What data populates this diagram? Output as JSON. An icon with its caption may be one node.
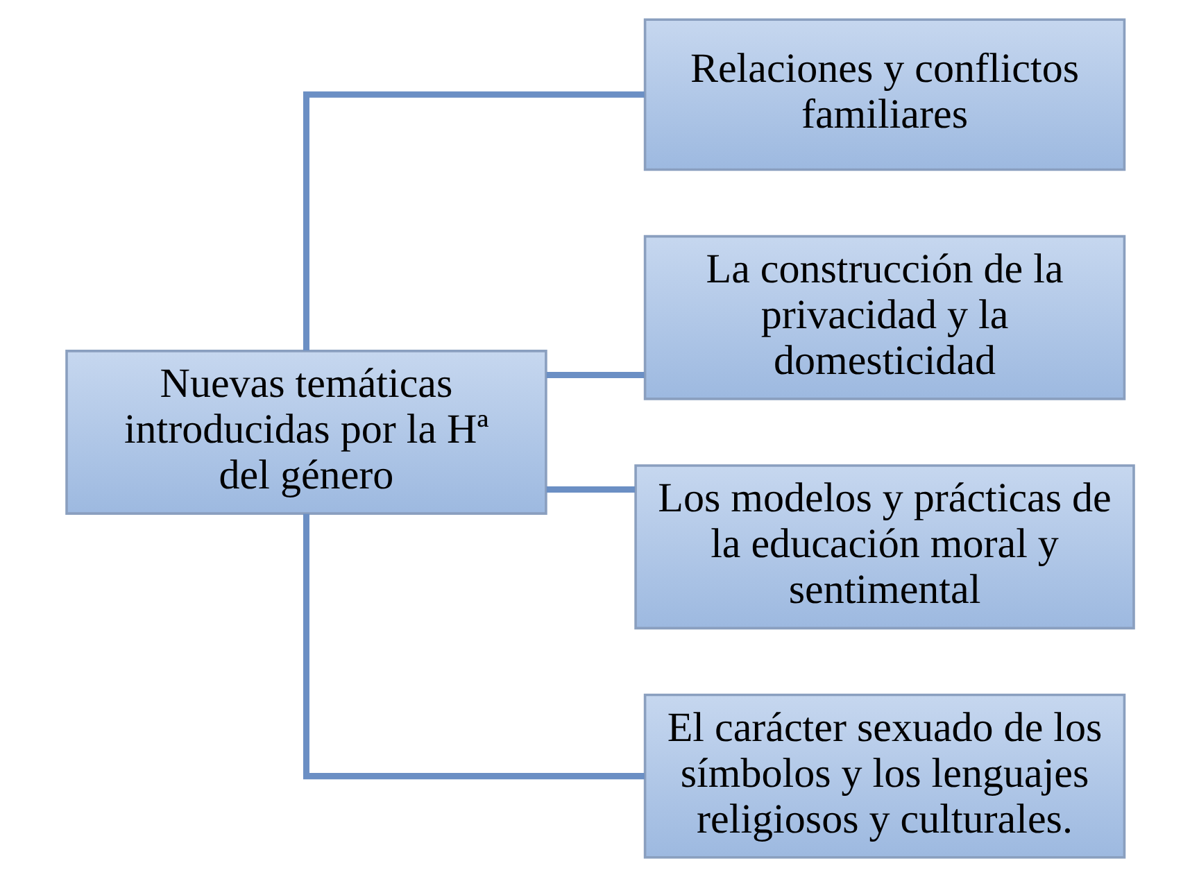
{
  "diagram": {
    "nodes": [
      {
        "text": [
          "Nuevas temáticas introducidas por la Hª del género"
        ]
      },
      {
        "text": [
          "Relaciones y conflictos familiares"
        ]
      },
      {
        "text": [
          "La construcción de la privacidad y la domesticidad"
        ]
      },
      {
        "text": [
          "Los modelos y prácticas de la educación moral y sentimental"
        ]
      },
      {
        "text": [
          "El carácter sexuado de los símbolos y los lenguajes religiosos y culturales."
        ]
      }
    ],
    "edges": [
      {
        "from": 0,
        "to": 1,
        "arrow": "none"
      },
      {
        "from": 0,
        "to": 2,
        "arrow": "none"
      },
      {
        "from": 0,
        "to": 3,
        "arrow": "none"
      },
      {
        "from": 0,
        "to": 4,
        "arrow": "none"
      }
    ]
  }
}
